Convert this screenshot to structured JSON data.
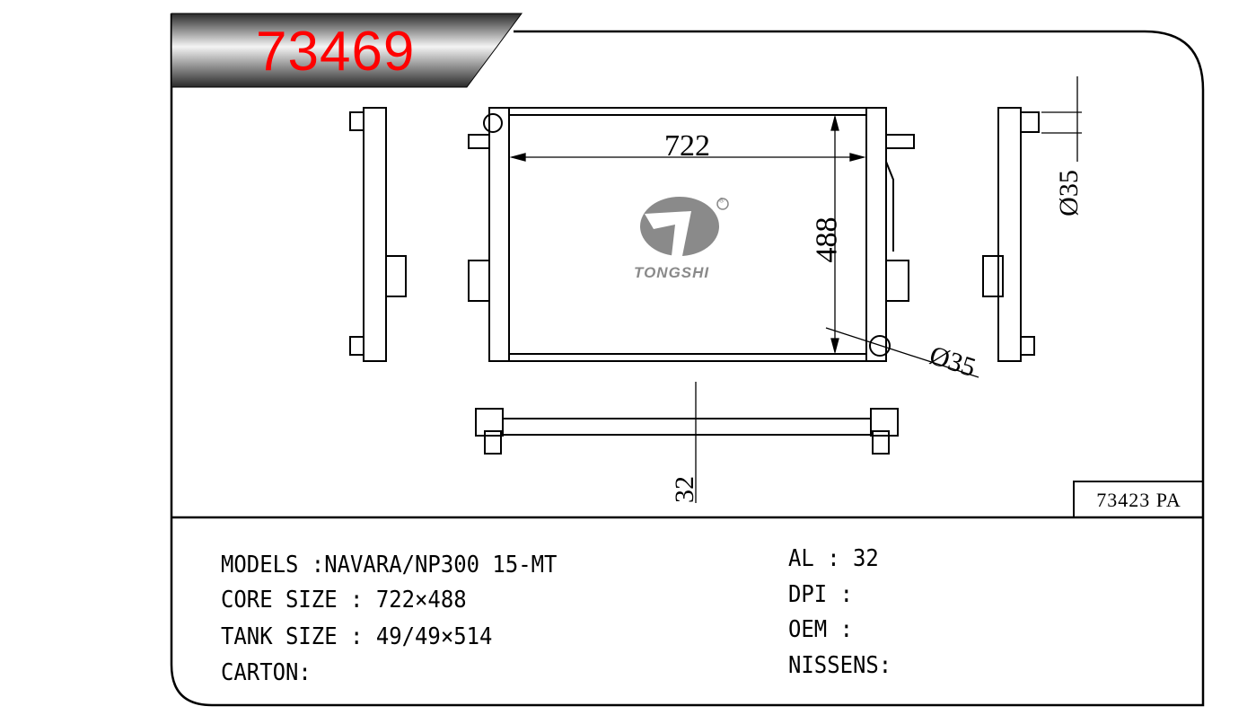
{
  "header": {
    "part_number": "73469"
  },
  "drawing": {
    "width_dim": "722",
    "height_dim": "488",
    "inlet_dim": "Ø35",
    "outlet_dim": "Ø35",
    "thickness_dim": "32",
    "logo_text": "TONGSHI",
    "logo_registered": "®",
    "reference": "73423 PA"
  },
  "specs": {
    "left": [
      {
        "label": "MODELS :",
        "value": "NAVARA/NP300 15-MT"
      },
      {
        "label": "CORE SIZE : ",
        "value": "722×488"
      },
      {
        "label": "TANK SIZE : ",
        "value": "49/49×514"
      },
      {
        "label": "CARTON:",
        "value": ""
      }
    ],
    "right": [
      {
        "label": "AL : ",
        "value": "32"
      },
      {
        "label": "DPI : ",
        "value": ""
      },
      {
        "label": "OEM : ",
        "value": ""
      },
      {
        "label": "NISSENS:",
        "value": ""
      }
    ]
  },
  "colors": {
    "part_number": "#ff0000",
    "logo": "#8a8a8a"
  }
}
